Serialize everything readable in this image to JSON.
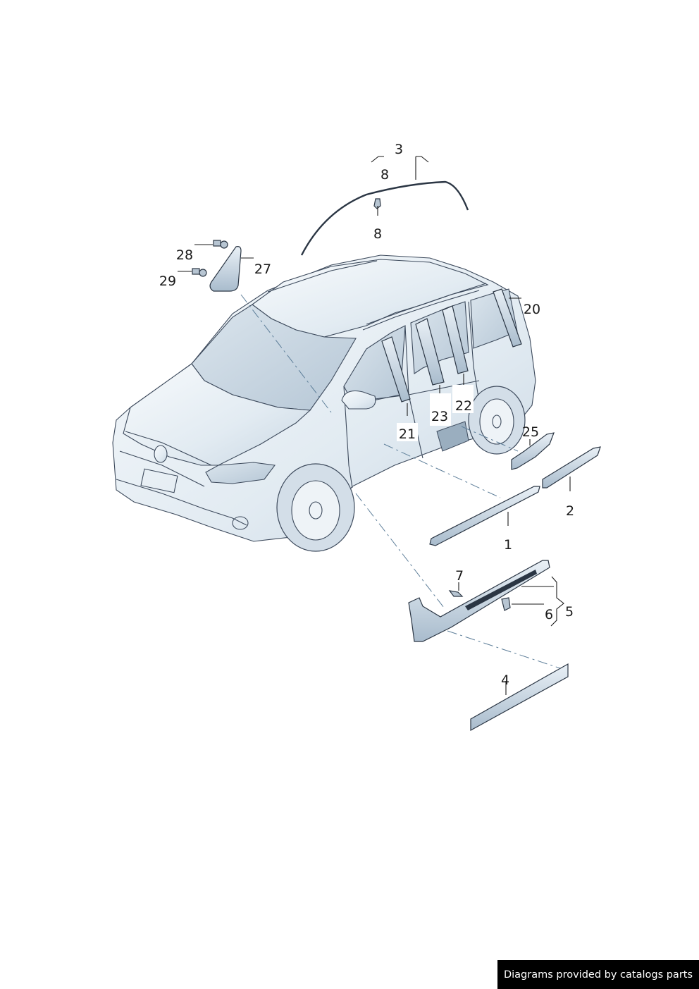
{
  "callouts": {
    "c1": "1",
    "c2": "2",
    "c3": "3",
    "c4": "4",
    "c5": "5",
    "c6": "6",
    "c7": "7",
    "c8_top": "8",
    "c8_bottom": "8",
    "c20": "20",
    "c21": "21",
    "c22": "22",
    "c23": "23",
    "c25": "25",
    "c27": "27",
    "c28": "28",
    "c29": "29"
  },
  "footer": {
    "credit": "Diagrams provided by catalogs parts"
  },
  "colors": {
    "body_tint": "#dfe9f1",
    "glass_tint": "#c5d4e0",
    "line": "#3d4a5c",
    "footer_bg": "#000000"
  }
}
